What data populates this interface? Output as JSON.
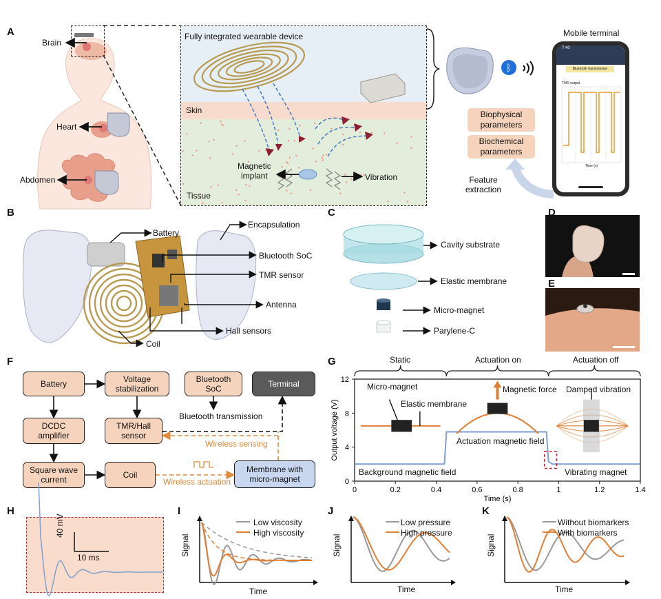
{
  "panels": {
    "a": "A",
    "b": "B",
    "c": "C",
    "d": "D",
    "e": "E",
    "f": "F",
    "g": "G",
    "h": "H",
    "i": "I",
    "j": "J",
    "k": "K"
  },
  "panelA": {
    "organs": {
      "brain": "Brain",
      "heart": "Heart",
      "abdomen": "Abdomen"
    },
    "device_title": "Fully integrated wearable device",
    "skin": "Skin",
    "tissue": "Tissue",
    "implant": "Magnetic\nimplant",
    "vibration": "Vibration",
    "mobile_title": "Mobile terminal",
    "phone": {
      "time": "7:40",
      "header": "Bluetooth transmission",
      "plot_label": "TMR output",
      "x_label": "Time (s)"
    },
    "param1": "Biophysical\nparameters",
    "param2": "Biochemical\nparameters",
    "feature": "Feature\nextraction"
  },
  "panelB": {
    "battery": "Battery",
    "encapsulation": "Encapsulation",
    "bluetooth": "Bluetooth SoC",
    "tmr": "TMR sensor",
    "antenna": "Antenna",
    "hall": "Hall sensors",
    "coil": "Coil"
  },
  "panelC": {
    "cavity": "Cavity substrate",
    "membrane": "Elastic membrane",
    "magnet": "Micro-magnet",
    "parylene": "Parylene-C"
  },
  "panelF": {
    "battery": "Battery",
    "voltage": "Voltage\nstabilization",
    "bluetooth": "Bluetooth\nSoC",
    "terminal": "Terminal",
    "dcdc": "DCDC\namplifier",
    "tmr": "TMR/Hall\nsensor",
    "square": "Square wave\ncurrent",
    "coil": "Coil",
    "membrane": "Membrane with\nmicro-magnet",
    "bt_tx": "Bluetooth transmission",
    "w_sense": "Wireless sensing",
    "w_act": "Wireless actuation"
  },
  "panelG": {
    "phases": [
      "Static",
      "Actuation on",
      "Actuation off"
    ],
    "micro_magnet": "Micro-magnet",
    "elastic": "Elastic membrane",
    "mag_force": "Magnetic force",
    "damped": "Damped vibration",
    "act_field": "Actuation magnetic field",
    "bg_field": "Background magnetic field",
    "vib_magnet": "Vibrating magnet",
    "colors": {
      "line": "#7f9fd0",
      "membrane": "#e07e35"
    }
  },
  "panelH": {
    "scale_v": "40 mV",
    "scale_t": "10 ms"
  },
  "panelI": {
    "legend1": "Low viscosity",
    "legend2": "High viscosity"
  },
  "panelJ": {
    "legend1": "Low pressure",
    "legend2": "High pressure"
  },
  "panelK": {
    "legend1": "Without biomarkers",
    "legend2": "With biomarkers"
  },
  "axes": {
    "signal": "Signal",
    "time": "Time"
  },
  "chart_data": {
    "type": "line",
    "title": "",
    "xlabel": "Time (s)",
    "ylabel": "Output voltage (V)",
    "xlim": [
      0,
      1.4
    ],
    "ylim": [
      0,
      12
    ],
    "xticks": [
      0,
      0.2,
      0.4,
      0.6,
      0.8,
      1,
      1.2,
      1.4
    ],
    "yticks": [
      0,
      4,
      8,
      12
    ],
    "x": [
      0,
      0.44,
      0.45,
      0.94,
      0.95,
      0.97,
      1.4
    ],
    "y": [
      2.0,
      2.0,
      5.8,
      5.8,
      2.3,
      2.0,
      2.0
    ]
  }
}
